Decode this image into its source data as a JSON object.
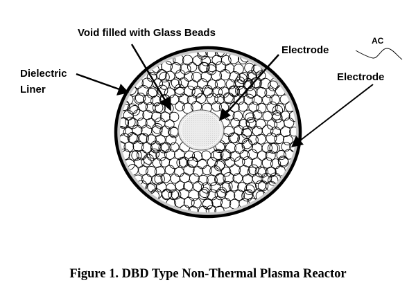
{
  "labels": {
    "void": "Void filled with Glass Beads",
    "inner_electrode": "Electrode",
    "dielectric_line1": "Dielectric",
    "dielectric_line2": "Liner",
    "outer_electrode": "Electrode",
    "ac": "AC"
  },
  "caption": "Figure 1.  DBD Type Non-Thermal Plasma Reactor",
  "colors": {
    "ink": "#000000",
    "liner": "#c8c8c8",
    "electrode_fill": "#e6e6e6",
    "background": "#ffffff"
  }
}
